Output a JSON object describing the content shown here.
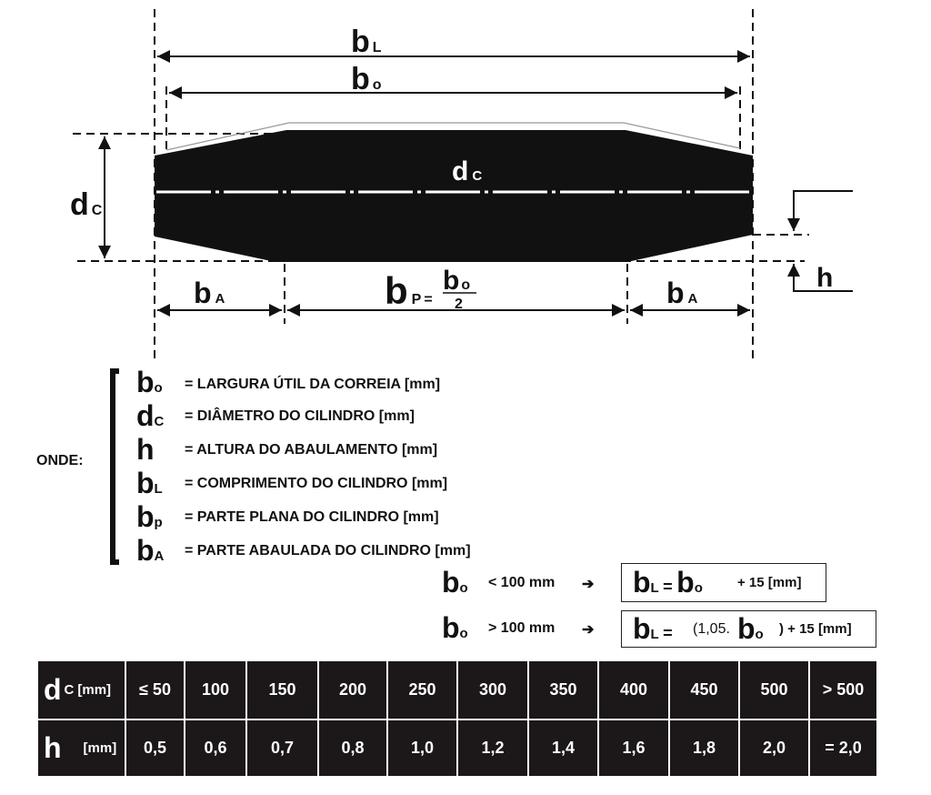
{
  "diagram": {
    "label_bL": {
      "main": "b",
      "sub": "L"
    },
    "label_bo": {
      "main": "b",
      "sub": "o"
    },
    "label_dc_center": {
      "main": "d",
      "sub": "C"
    },
    "label_dc_left": {
      "main": "d",
      "sub": "C"
    },
    "label_bA": {
      "main": "b",
      "sub": "A"
    },
    "label_bP": {
      "main": "b",
      "sub": "P",
      "eq": "=",
      "num_main": "b",
      "num_sub": "o",
      "den": "2"
    },
    "label_h": "h"
  },
  "legend": {
    "intro": "ONDE:",
    "items": [
      {
        "main": "b",
        "sub": "o",
        "desc": "= LARGURA ÚTIL DA CORREIA [mm]"
      },
      {
        "main": "d",
        "sub": "C",
        "desc": "= DIÂMETRO DO CILINDRO [mm]"
      },
      {
        "main": "h",
        "sub": "",
        "desc": "= ALTURA DO ABAULAMENTO [mm]"
      },
      {
        "main": "b",
        "sub": "L",
        "desc": "= COMPRIMENTO DO CILINDRO [mm]"
      },
      {
        "main": "b",
        "sub": "p",
        "desc": "= PARTE PLANA DO CILINDRO [mm]"
      },
      {
        "main": "b",
        "sub": "A",
        "desc": "= PARTE ABAULADA DO CILINDRO [mm]"
      }
    ]
  },
  "formulas": [
    {
      "cond_main": "b",
      "cond_sub": "o",
      "cond": "< 100 mm",
      "arrow": "➔",
      "lhs_main": "b",
      "lhs_sub": "L",
      "eq": "=",
      "pre": "",
      "rhs_main": "b",
      "rhs_sub": "o",
      "post": "+ 15 [mm]"
    },
    {
      "cond_main": "b",
      "cond_sub": "o",
      "cond": "> 100 mm",
      "arrow": "➔",
      "lhs_main": "b",
      "lhs_sub": "L",
      "eq": "=",
      "pre": "(1,05.",
      "rhs_main": "b",
      "rhs_sub": "o",
      "post": ") + 15 [mm]"
    }
  ],
  "table": {
    "row1_header": {
      "main": "d",
      "sub": "C",
      "unit": "[mm]"
    },
    "row2_header": {
      "main": "h",
      "unit": "[mm]"
    },
    "dc_values": [
      "≤ 50",
      "100",
      "150",
      "200",
      "250",
      "300",
      "350",
      "400",
      "450",
      "500",
      "> 500"
    ],
    "h_values": [
      "0,5",
      "0,6",
      "0,7",
      "0,8",
      "1,0",
      "1,2",
      "1,4",
      "1,6",
      "1,8",
      "2,0",
      "= 2,0"
    ]
  }
}
